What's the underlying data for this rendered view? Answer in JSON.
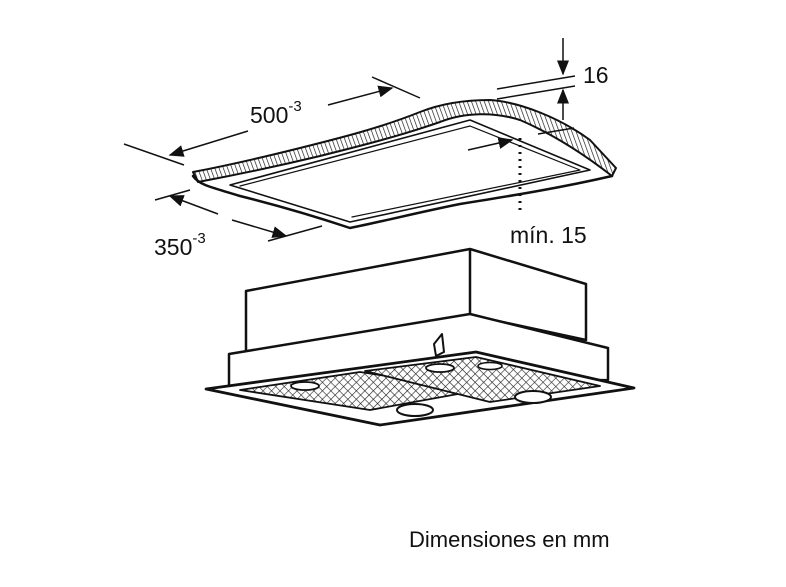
{
  "diagram": {
    "type": "installation-dimension-drawing",
    "subject": "built-in cooker hood with ceiling cutout",
    "labels": {
      "length_value": "500",
      "length_tolerance": "-3",
      "width_value": "350",
      "width_tolerance": "-3",
      "thickness": "16",
      "min_clearance": "mín. 15"
    },
    "caption": "Dimensiones en mm",
    "colors": {
      "line": "#111111",
      "background": "#ffffff"
    }
  }
}
